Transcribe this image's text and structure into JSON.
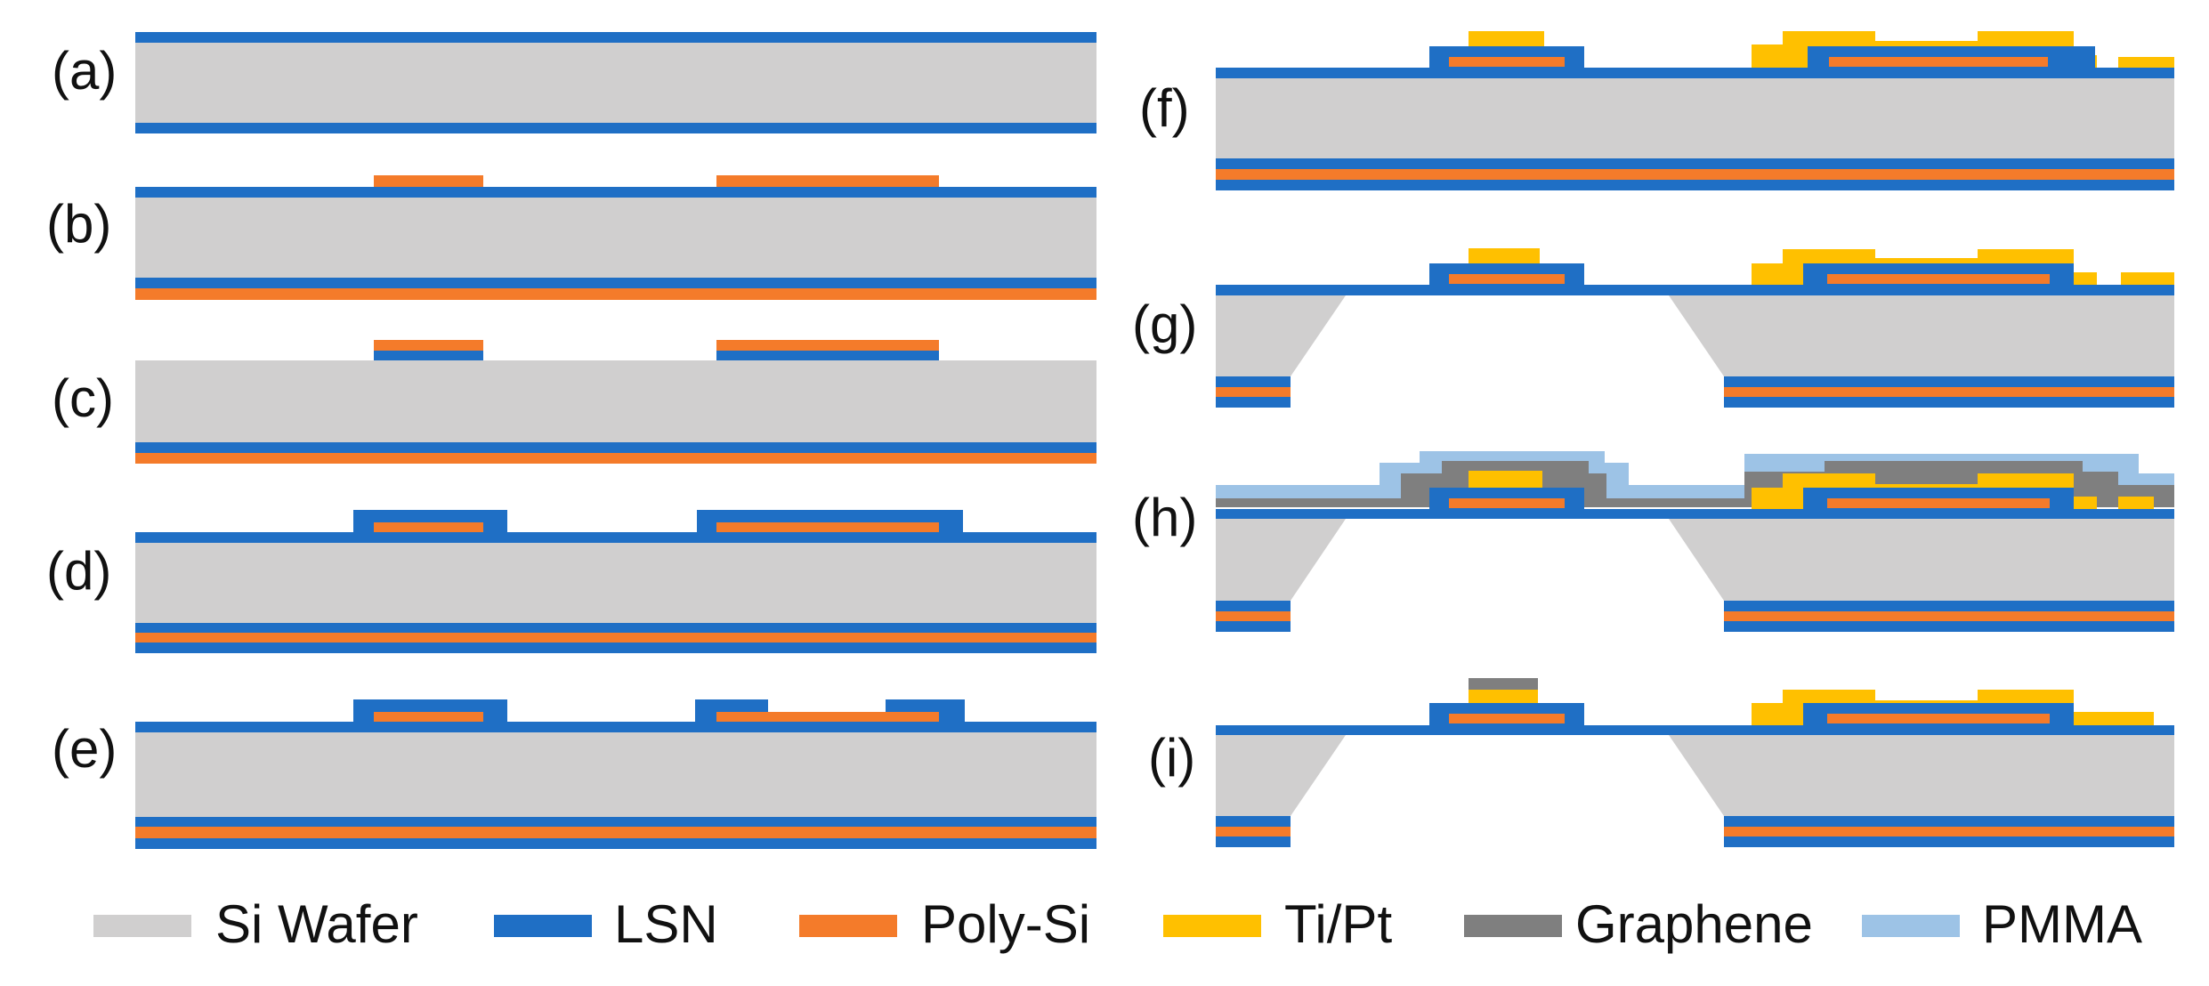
{
  "panel_labels": {
    "a": "(a)",
    "b": "(b)",
    "c": "(c)",
    "d": "(d)",
    "e": "(e)",
    "f": "(f)",
    "g": "(g)",
    "h": "(h)",
    "i": "(i)"
  },
  "materials": [
    {
      "key": "si",
      "name": "Si Wafer",
      "color": "#d0cfcf"
    },
    {
      "key": "lsn",
      "name": "LSN",
      "color": "#1f6fc5"
    },
    {
      "key": "poly",
      "name": "Poly-Si",
      "color": "#f47b2a"
    },
    {
      "key": "tipt",
      "name": "Ti/Pt",
      "color": "#ffc000"
    },
    {
      "key": "graphene",
      "name": "Graphene",
      "color": "#7f7f7f"
    },
    {
      "key": "pmma",
      "name": "PMMA",
      "color": "#9dc3e6"
    }
  ],
  "legend": {
    "si": "Si Wafer",
    "lsn": "LSN",
    "poly": "Poly-Si",
    "tipt": "Ti/Pt",
    "graphene": "Graphene",
    "pmma": "PMMA"
  }
}
